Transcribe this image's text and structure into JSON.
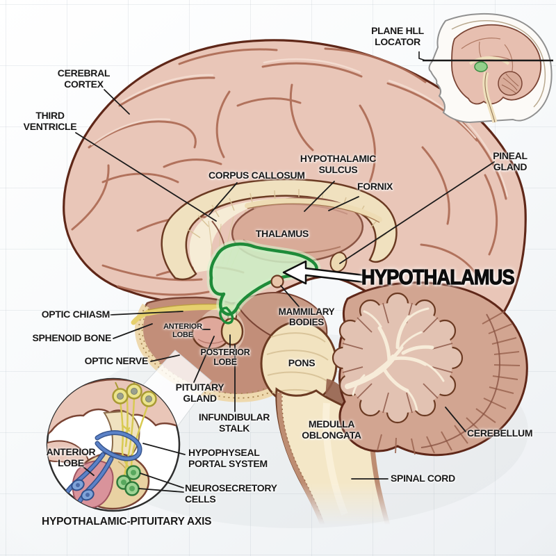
{
  "figure": {
    "locator": {
      "line1": "PLANE HLL",
      "line2": "LOCATOR"
    },
    "main_labels": {
      "cerebral_cortex": {
        "line1": "CEREBRAL",
        "line2": "CORTEX"
      },
      "third_ventricle": {
        "line1": "THIRD",
        "line2": "VENTRICLE"
      },
      "corpus_callosum": {
        "line1": "CORPUS CALLOSUM"
      },
      "hypothalamic_sulcus": {
        "line1": "HYPOTHALAMIC",
        "line2": "SULCUS"
      },
      "fornix": {
        "line1": "FORNIX"
      },
      "pineal_gland": {
        "line1": "PINEAL",
        "line2": "GLAND"
      },
      "thalamus": {
        "line1": "THALAMUS"
      },
      "hypothalamus_title": "HYPOTHALAMUS",
      "optic_chiasm": {
        "line1": "OPTIC CHIASM"
      },
      "sphenoid_bone": {
        "line1": "SPHENOID BONE"
      },
      "optic_nerve": {
        "line1": "OPTIC NERVE"
      },
      "anterior_lobe": {
        "line1": "ANTERIOR",
        "line2": "LOBE"
      },
      "posterior_lobe": {
        "line1": "POSTERIOR",
        "line2": "LOBE"
      },
      "mammillary_bodies": {
        "line1": "MAMMILARY",
        "line2": "BODIES"
      },
      "pons": {
        "line1": "PONS"
      },
      "pituitary_gland": {
        "line1": "PITUITARY",
        "line2": "GLAND"
      },
      "infundibular_stalk": {
        "line1": "INFUNDIBULAR",
        "line2": "STALK"
      },
      "medulla_oblongata": {
        "line1": "MEDULLA",
        "line2": "OBLONGATA"
      },
      "cerebellum": {
        "line1": "CEREBELLUM"
      },
      "spinal_cord": {
        "line1": "SPINAL CORD"
      }
    },
    "inset": {
      "anterior_lobe": {
        "line1": "ANTERIOR",
        "line2": "LOBE"
      },
      "hypophyseal_portal_system": {
        "line1": "HYPOPHYSEAL",
        "line2": "PORTAL SYSTEM"
      },
      "neurosecretory_cells": {
        "line1": "NEUROSECRETORY",
        "line2": "CELLS"
      },
      "caption": "HYPOTHALAMIC-PITUITARY AXIS"
    },
    "colors": {
      "highlight_outline": "#1e8b39",
      "highlight_fill": "#cdeec6",
      "cortex_pink": "#e9c6b8",
      "outline_brown": "#5f2718",
      "bone_cream": "#f0e1bf",
      "cerebellum_pink": "#d2a591",
      "portal_blue": "#4f79c4",
      "neuron_yellow": "#ebe48c",
      "cell_green": "#9ed394",
      "label_ink": "#181818",
      "arrow_fill": "#ffffff"
    }
  }
}
